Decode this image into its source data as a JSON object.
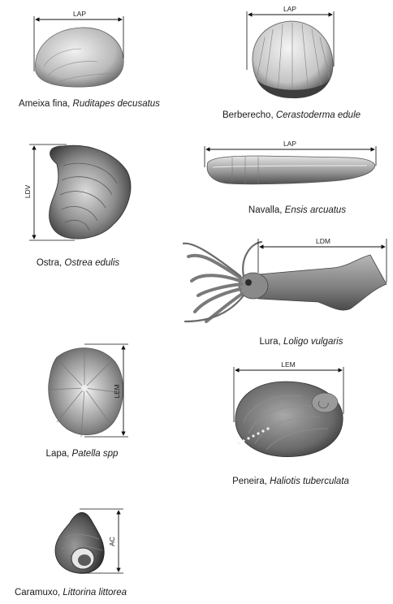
{
  "specimens": [
    {
      "common": "Ameixa fina",
      "scientific": "Ruditapes decusatus",
      "measure": "LAP"
    },
    {
      "common": "Berberecho",
      "scientific": "Cerastoderma edule",
      "measure": "LAP"
    },
    {
      "common": "Ostra",
      "scientific": "Ostrea edulis",
      "measure": "LDV"
    },
    {
      "common": "Navalla",
      "scientific": "Ensis arcuatus",
      "measure": "LAP"
    },
    {
      "common": "Lura",
      "scientific": "Loligo vulgaris",
      "measure": "LDM"
    },
    {
      "common": "Lapa",
      "scientific": "Patella spp",
      "measure": "LEM"
    },
    {
      "common": "Peneira",
      "scientific": "Haliotis tuberculata",
      "measure": "LEM"
    },
    {
      "common": "Caramuxo",
      "scientific": "Littorina littorea",
      "measure": "AC"
    }
  ],
  "icons": {
    "clam": "clam-shell-icon",
    "cockle": "cockle-shell-icon",
    "oyster": "oyster-shell-icon",
    "razor": "razor-clam-icon",
    "squid": "squid-icon",
    "limpet": "limpet-shell-icon",
    "abalone": "abalone-shell-icon",
    "winkle": "periwinkle-shell-icon"
  }
}
